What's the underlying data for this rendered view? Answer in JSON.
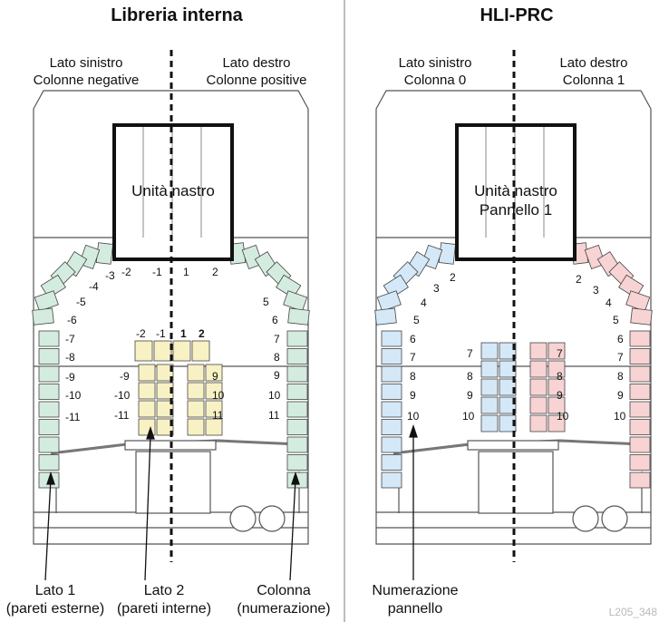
{
  "left_panel": {
    "title": "Libreria interna",
    "left_side": "Lato sinistro\nColonne negative",
    "right_side": "Lato destro\nColonne positive",
    "drive_label": "Unità nastro",
    "columns": [
      "-2",
      "-1",
      "1",
      "2"
    ],
    "arch_left": [
      "-3",
      "-4",
      "-5",
      "-6"
    ],
    "arch_right": [
      "5",
      "6"
    ],
    "outer_left": [
      "-7",
      "-8",
      "-9",
      "-10",
      "-11"
    ],
    "outer_right": [
      "7",
      "8",
      "9",
      "10",
      "11"
    ],
    "inner_top": [
      "-2",
      "-1",
      "1",
      "2"
    ],
    "inner_left": [
      "-9",
      "-10",
      "-11"
    ],
    "inner_right": [
      "9",
      "10",
      "11"
    ],
    "bottom": {
      "side1": "Lato 1\n(pareti esterne)",
      "side2": "Lato 2\n(pareti interne)",
      "column": "Colonna\n(numerazione)"
    }
  },
  "right_panel": {
    "title": "HLI-PRC",
    "left_side": "Lato sinistro\nColonna 0",
    "right_side": "Lato destro\nColonna 1",
    "drive_label": "Unità nastro\nPannello 1",
    "arch_left": [
      "2",
      "3",
      "4",
      "5"
    ],
    "arch_right": [
      "2",
      "3",
      "4",
      "5"
    ],
    "outer_left": [
      "6",
      "7",
      "8",
      "9",
      "10"
    ],
    "outer_right": [
      "6",
      "7",
      "8",
      "9",
      "10"
    ],
    "inner_left": [
      "7",
      "8",
      "9",
      "10"
    ],
    "inner_right": [
      "7",
      "8",
      "9",
      "10"
    ],
    "bottom": {
      "panel_numbering": "Numerazione\npannello"
    }
  },
  "watermark": "L205_348",
  "colors": {
    "green": "#d4ecdf",
    "yellow": "#f8f1c4",
    "blue": "#d4e8f7",
    "pink": "#f8d3d3",
    "divider": "#bdbdbd"
  }
}
